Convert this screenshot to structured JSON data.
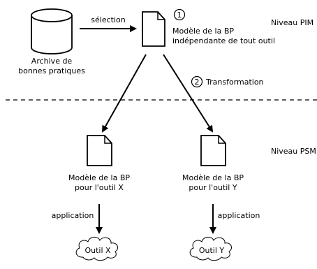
{
  "archive": {
    "label_line1": "Archive de",
    "label_line2": "bonnes pratiques"
  },
  "selection_label": "sélection",
  "pim_marker": "1",
  "pim_model": {
    "line1": "Modèle de la BP",
    "line2": "indépendante de tout outil"
  },
  "level_pim": "Niveau PIM",
  "transformation": {
    "marker": "2",
    "label": "Transformation"
  },
  "level_psm": "Niveau PSM",
  "psm_x": {
    "line1": "Modèle de la BP",
    "line2": "pour l'outil X"
  },
  "psm_y": {
    "line1": "Modèle de la BP",
    "line2": "pour l'outil Y"
  },
  "application_label_x": "application",
  "application_label_y": "application",
  "tool_x": "Outil X",
  "tool_y": "Outil Y"
}
